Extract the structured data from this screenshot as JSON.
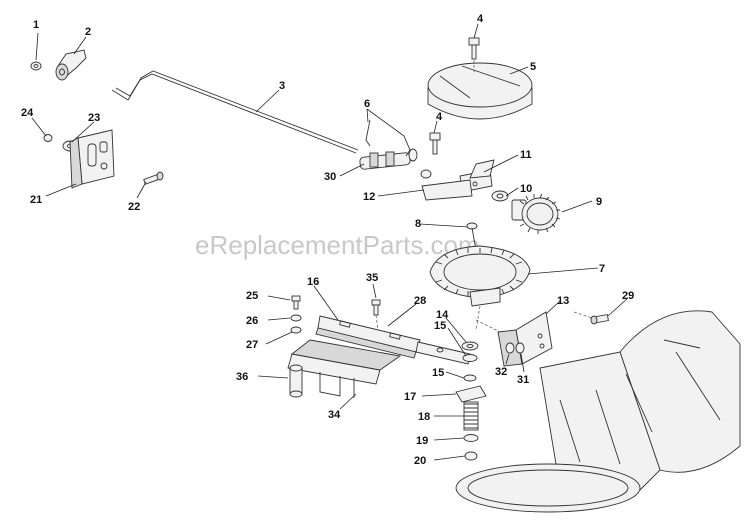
{
  "watermark": "eReplacementParts.com",
  "callouts": [
    "1",
    "2",
    "3",
    "4",
    "4",
    "5",
    "6",
    "23",
    "24",
    "21",
    "22",
    "30",
    "12",
    "11",
    "10",
    "9",
    "8",
    "7",
    "35",
    "16",
    "25",
    "28",
    "26",
    "27",
    "14",
    "15",
    "13",
    "29",
    "36",
    "15",
    "32",
    "31",
    "17",
    "34",
    "18",
    "19",
    "20"
  ]
}
